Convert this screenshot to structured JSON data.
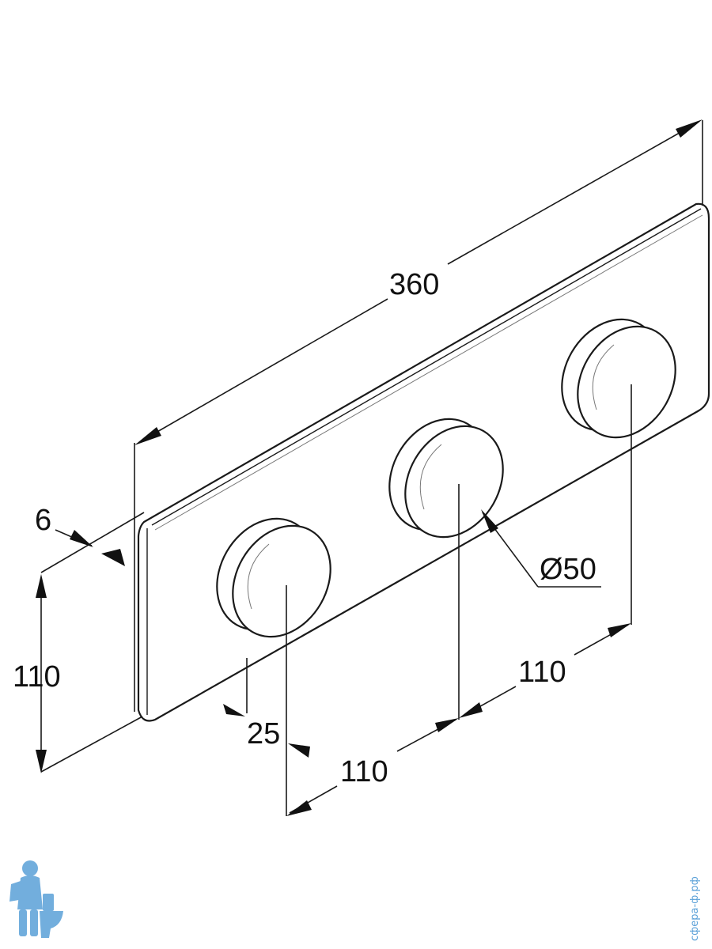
{
  "drawing": {
    "dimensions": {
      "overall_length": "360",
      "plate_height": "110",
      "plate_thickness": "6",
      "knob_diameter": "Ø50",
      "knob_offset": "25",
      "knob_spacing_left": "110",
      "knob_spacing_right": "110"
    },
    "watermark": {
      "text": "сфера-ф.рф",
      "logo_icon": "plumber-with-toilet-logo",
      "logo_color": "#5aa0d8"
    },
    "colors": {
      "line": "#1a1a1a",
      "background": "#ffffff"
    }
  }
}
